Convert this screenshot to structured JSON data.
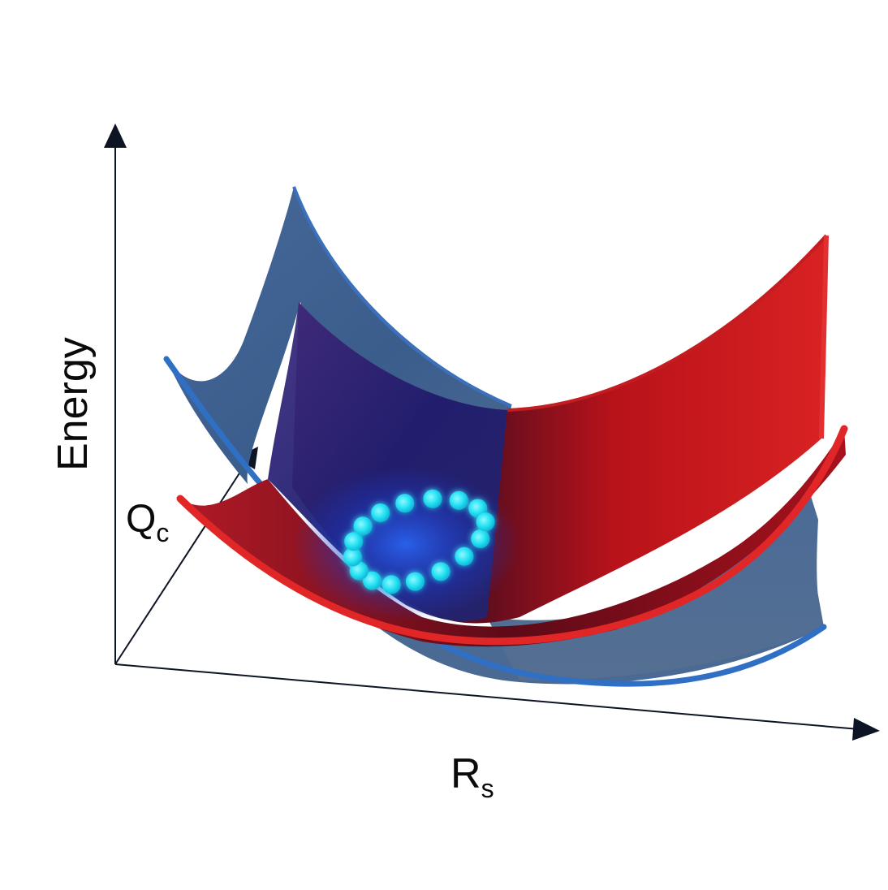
{
  "axes": {
    "energy": {
      "label": "Energy"
    },
    "qc": {
      "main": "Q",
      "sub": "c"
    },
    "rs": {
      "main": "R",
      "sub": "s"
    }
  },
  "colors": {
    "blue_surface": "#3f6594",
    "blue_edge": "#2f6fc4",
    "red_surface": "#d42424",
    "red_edge": "#e02626",
    "dark_core": "#1d1b6b",
    "dots": "#27e3f2",
    "axis": "#0d1424"
  },
  "surfaces": [
    "blue-surface",
    "red-surface"
  ],
  "trajectory": {
    "dot_count": 16,
    "shape": "closed loop"
  }
}
